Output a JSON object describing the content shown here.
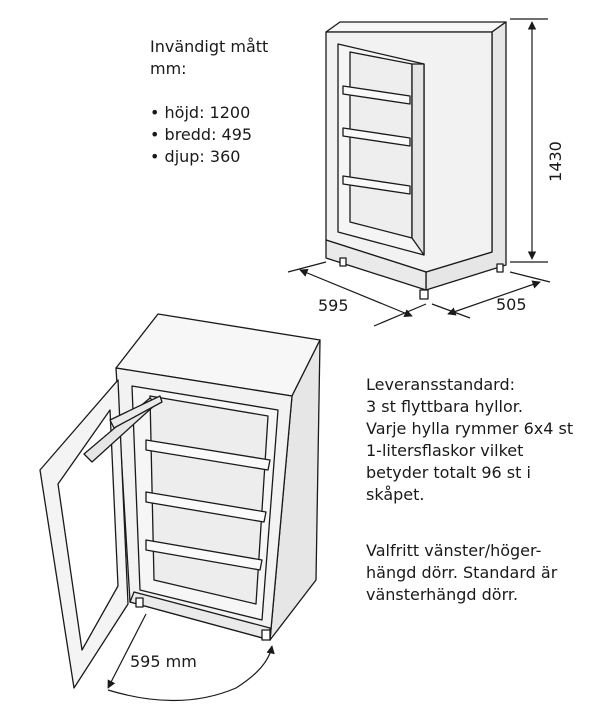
{
  "specs": {
    "title_lines": [
      "Invändigt mått",
      "mm:"
    ],
    "items": [
      "höjd: 1200",
      "bredd: 495",
      "djup: 360"
    ]
  },
  "dimensions": {
    "height": "1430",
    "width": "595",
    "depth": "505",
    "door_swing": "595 mm"
  },
  "delivery_text": [
    "Leveransstandard:",
    "3 st flyttbara hyllor.",
    "Varje hylla rymmer 6x4 st",
    "1-litersflaskor vilket",
    "betyder totalt 96 st i",
    "skåpet."
  ],
  "door_text": [
    "Valfritt vänster/höger-",
    "hängd dörr. Standard är",
    "vänsterhängd dörr."
  ],
  "colors": {
    "line": "#1a1a1a",
    "cabinet_fill": "#f2f2f2",
    "cabinet_side": "#e6e6e6",
    "cabinet_top": "#f7f7f7"
  }
}
